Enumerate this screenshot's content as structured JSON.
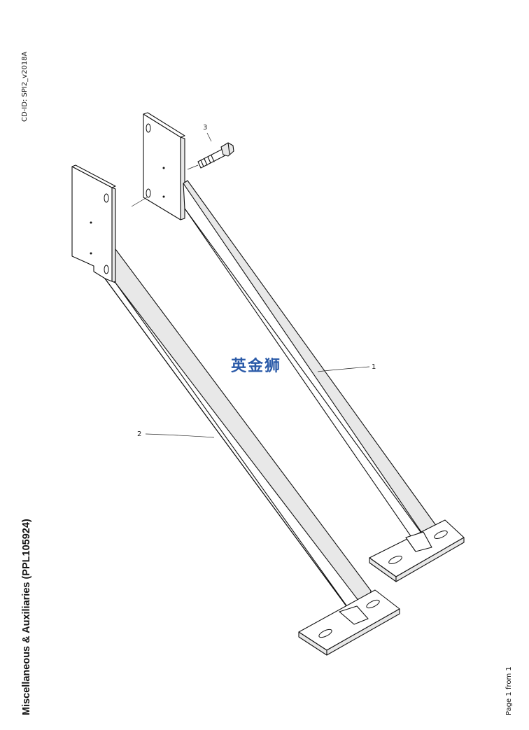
{
  "header": {
    "cd_id": "CD-ID: SPI2_v2018A"
  },
  "document": {
    "title": "Miscellaneous & Auxiliaries (PPL105924)",
    "page_info": "Page 1 from 1"
  },
  "drawing": {
    "callouts": [
      {
        "id": "callout-1",
        "label": "1"
      },
      {
        "id": "callout-2",
        "label": "2"
      },
      {
        "id": "callout-3",
        "label": "3"
      }
    ]
  },
  "watermark": {
    "text": "英金狮",
    "color": "#2a5aa8"
  }
}
